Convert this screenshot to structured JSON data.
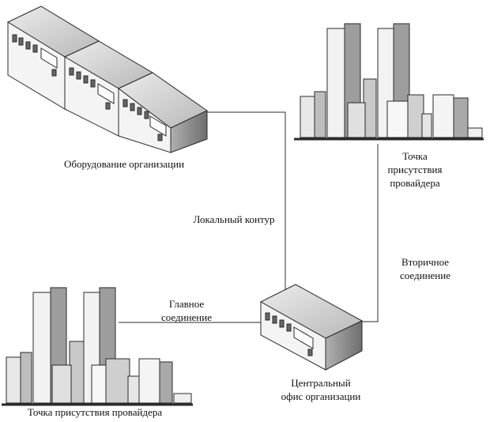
{
  "labels": {
    "equipment": "Оборудование организации",
    "pop_top": [
      "Точка",
      "присутствия",
      "провайдера"
    ],
    "local_loop": "Локальный контур",
    "secondary": [
      "Вторичное",
      "соединение"
    ],
    "primary": [
      "Главное",
      "соединение"
    ],
    "central_office": [
      "Центральный",
      "офис организации"
    ],
    "pop_bottom": "Точка присутствия провайдера"
  },
  "colors": {
    "line": "#555555",
    "top_face": "#d9d9d9",
    "front_face": "#f4f4f4",
    "side_face": "#9a9a9a",
    "outline": "#2a2a2a"
  }
}
